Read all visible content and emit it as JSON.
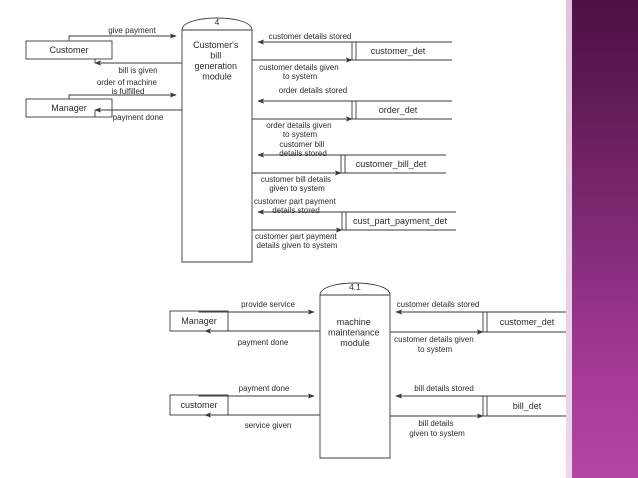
{
  "slide": {
    "background_color": "#ffffff",
    "accent_band": {
      "name": "right-purple-gradient-band",
      "color_top": "#4e1144",
      "color_bottom": "#b446a6",
      "edge_color": "#e9cbe5"
    }
  },
  "diagrams": [
    {
      "id": "dfd-level-4",
      "process": {
        "number": "4",
        "label_lines": [
          "Customer's",
          "bill",
          "generation",
          "module"
        ]
      },
      "entities": [
        {
          "name": "customer-entity",
          "label": "Customer"
        },
        {
          "name": "manager-entity",
          "label": "Manager"
        }
      ],
      "data_stores": [
        {
          "name": "customer-det-store",
          "label": "customer_det"
        },
        {
          "name": "order-det-store",
          "label": "order_det"
        },
        {
          "name": "customer-bill-det-store",
          "label": "customer_bill_det"
        },
        {
          "name": "cust-part-payment-det-store",
          "label": "cust_part_payment_det"
        }
      ],
      "flows": [
        {
          "name": "flow-give-payment",
          "lines": [
            "give payment"
          ]
        },
        {
          "name": "flow-bill-is-given",
          "lines": [
            "bill is given"
          ]
        },
        {
          "name": "flow-order-of-machine-is-fulfilled",
          "lines": [
            "order of machine",
            "is fulfilled"
          ]
        },
        {
          "name": "flow-payment-done",
          "lines": [
            "payment done"
          ]
        },
        {
          "name": "flow-customer-details-stored",
          "lines": [
            "customer details stored"
          ]
        },
        {
          "name": "flow-customer-details-given-to-system",
          "lines": [
            "customer details given",
            "to system"
          ]
        },
        {
          "name": "flow-order-details-stored",
          "lines": [
            "order details stored"
          ]
        },
        {
          "name": "flow-order-details-given-to-system",
          "lines": [
            "order details given",
            "to system"
          ]
        },
        {
          "name": "flow-customer-bill-details-stored",
          "lines": [
            "customer bill",
            "details stored"
          ]
        },
        {
          "name": "flow-customer-bill-details-given-to-system",
          "lines": [
            "customer bill details",
            "given to system"
          ]
        },
        {
          "name": "flow-customer-part-payment-details-stored",
          "lines": [
            "customer part payment",
            "details stored"
          ]
        },
        {
          "name": "flow-customer-part-payment-details-given-to-system",
          "lines": [
            "customer part payment",
            "details given to system"
          ]
        }
      ]
    },
    {
      "id": "dfd-level-4-1",
      "process": {
        "number": "4.1",
        "label_lines": [
          "machine",
          "maintenance",
          "module"
        ]
      },
      "entities": [
        {
          "name": "manager-entity",
          "label": "Manager"
        },
        {
          "name": "customer-entity",
          "label": "customer"
        }
      ],
      "data_stores": [
        {
          "name": "customer-det-store",
          "label": "customer_det"
        },
        {
          "name": "bill-det-store",
          "label": "bill_det"
        }
      ],
      "flows": [
        {
          "name": "flow-provide-service",
          "lines": [
            "provide service"
          ]
        },
        {
          "name": "flow-payment-done-manager",
          "lines": [
            "payment done"
          ]
        },
        {
          "name": "flow-payment-done-customer",
          "lines": [
            "payment done"
          ]
        },
        {
          "name": "flow-service-given",
          "lines": [
            "service given"
          ]
        },
        {
          "name": "flow-customer-details-stored",
          "lines": [
            "customer details stored"
          ]
        },
        {
          "name": "flow-customer-details-given-to-system",
          "lines": [
            "customer details given",
            "to system"
          ]
        },
        {
          "name": "flow-bill-details-stored",
          "lines": [
            "bill details stored"
          ]
        },
        {
          "name": "flow-bill-details-given-to-system",
          "lines": [
            "bill details",
            "given to system"
          ]
        }
      ]
    }
  ]
}
